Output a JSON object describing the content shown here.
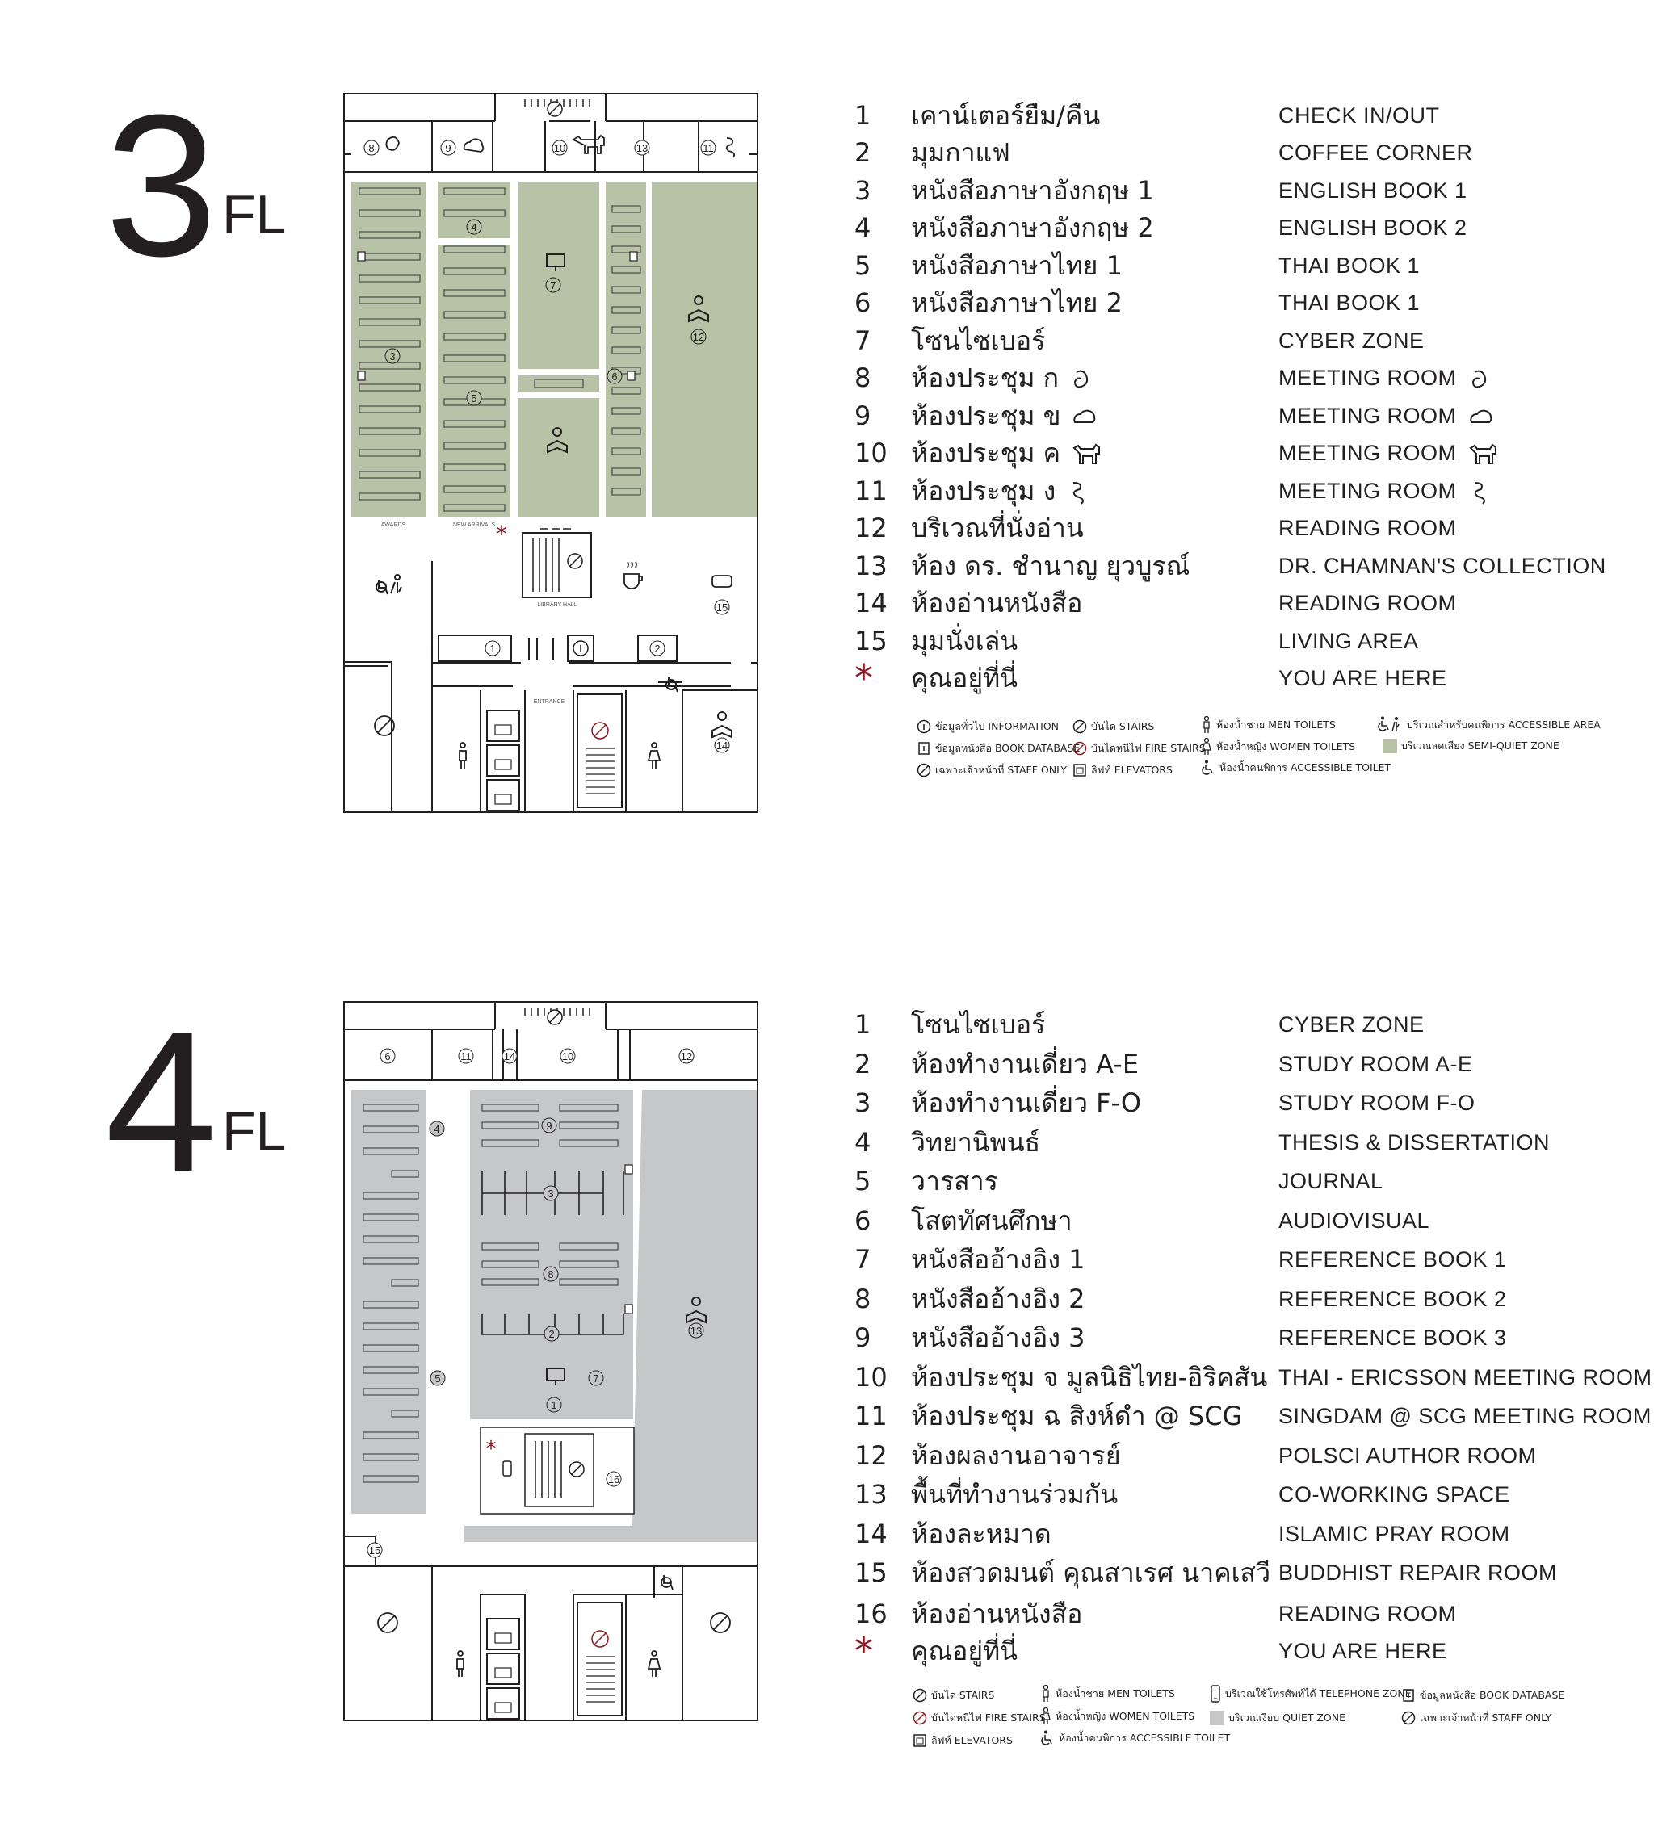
{
  "colors": {
    "ink": "#231f20",
    "accent": "#8a1c24",
    "semi_quiet": "#b7c2a6",
    "quiet": "#c6c7c9"
  },
  "floor3": {
    "number": "3",
    "suffix": "FL",
    "map_labels": {
      "awards": "AWARDS",
      "new_arrivals": "NEW ARRIVALS",
      "library_hall": "LIBRARY HALL",
      "entrance": "ENTRANCE"
    },
    "legend": [
      {
        "num": "1",
        "th": "เคาน์เตอร์ยืม/คืน",
        "en": "CHECK IN/OUT"
      },
      {
        "num": "2",
        "th": "มุมกาแฟ",
        "en": "COFFEE CORNER"
      },
      {
        "num": "3",
        "th": "หนังสือภาษาอังกฤษ 1",
        "en": "ENGLISH BOOK 1"
      },
      {
        "num": "4",
        "th": "หนังสือภาษาอังกฤษ 2",
        "en": "ENGLISH BOOK 2"
      },
      {
        "num": "5",
        "th": "หนังสือภาษาไทย 1",
        "en": "THAI BOOK 1"
      },
      {
        "num": "6",
        "th": "หนังสือภาษาไทย 2",
        "en": "THAI BOOK 1"
      },
      {
        "num": "7",
        "th": "โซนไซเบอร์",
        "en": "CYBER ZONE"
      },
      {
        "num": "8",
        "th": "ห้องประชุม ก",
        "en": "MEETING ROOM",
        "icon": "rooster-icon"
      },
      {
        "num": "9",
        "th": "ห้องประชุม ข",
        "en": "MEETING ROOM",
        "icon": "cloud-icon"
      },
      {
        "num": "10",
        "th": "ห้องประชุม ค",
        "en": "MEETING ROOM",
        "icon": "ox-icon"
      },
      {
        "num": "11",
        "th": "ห้องประชุม ง",
        "en": "MEETING ROOM",
        "icon": "naga-icon"
      },
      {
        "num": "12",
        "th": "บริเวณที่นั่งอ่าน",
        "en": "READING ROOM"
      },
      {
        "num": "13",
        "th": "ห้อง ดร. ชำนาญ ยุวบูรณ์",
        "en": "DR. CHAMNAN'S COLLECTION"
      },
      {
        "num": "14",
        "th": "ห้องอ่านหนังสือ",
        "en": "READING ROOM"
      },
      {
        "num": "15",
        "th": "มุมนั่งเล่น",
        "en": "LIVING AREA"
      },
      {
        "num": "*",
        "th": "คุณอยู่ที่นี่",
        "en": "YOU ARE HERE"
      }
    ],
    "keys": [
      {
        "icon": "information-icon",
        "text": "ข้อมูลทั่วไป INFORMATION"
      },
      {
        "icon": "book-database-icon",
        "text": "ข้อมูลหนังสือ BOOK DATABASE"
      },
      {
        "icon": "staff-only-icon",
        "text": "เฉพาะเจ้าหน้าที่ STAFF ONLY"
      },
      {
        "icon": "stairs-icon",
        "text": "บันได STAIRS"
      },
      {
        "icon": "fire-stairs-icon",
        "text": "บันไดหนีไฟ FIRE STAIRS"
      },
      {
        "icon": "elevator-icon",
        "text": "ลิฟท์ ELEVATORS"
      },
      {
        "icon": "men-toilet-icon",
        "text": "ห้องน้ำชาย MEN TOILETS"
      },
      {
        "icon": "women-toilet-icon",
        "text": "ห้องน้ำหญิง WOMEN TOILETS"
      },
      {
        "icon": "accessible-toilet-icon",
        "text": "ห้องน้ำคนพิการ ACCESSIBLE TOILET"
      },
      {
        "icon": "accessible-area-icon",
        "text": "บริเวณสำหรับคนพิการ ACCESSIBLE AREA"
      },
      {
        "icon": "semi-quiet-zone-icon",
        "text": "บริเวณลดเสียง SEMI-QUIET ZONE"
      }
    ]
  },
  "floor4": {
    "number": "4",
    "suffix": "FL",
    "legend": [
      {
        "num": "1",
        "th": "โซนไซเบอร์",
        "en": "CYBER ZONE"
      },
      {
        "num": "2",
        "th": "ห้องทำงานเดี่ยว A-E",
        "en": "STUDY ROOM A-E"
      },
      {
        "num": "3",
        "th": "ห้องทำงานเดี่ยว F-O",
        "en": "STUDY ROOM F-O"
      },
      {
        "num": "4",
        "th": "วิทยานิพนธ์",
        "en": "THESIS & DISSERTATION"
      },
      {
        "num": "5",
        "th": "วารสาร",
        "en": "JOURNAL"
      },
      {
        "num": "6",
        "th": "โสตทัศนศึกษา",
        "en": "AUDIOVISUAL"
      },
      {
        "num": "7",
        "th": "หนังสืออ้างอิง 1",
        "en": "REFERENCE BOOK 1"
      },
      {
        "num": "8",
        "th": "หนังสืออ้างอิง 2",
        "en": "REFERENCE BOOK 2"
      },
      {
        "num": "9",
        "th": "หนังสืออ้างอิง 3",
        "en": "REFERENCE BOOK 3"
      },
      {
        "num": "10",
        "th": "ห้องประชุม จ มูลนิธิไทย-อิริคสัน",
        "en": "THAI - ERICSSON MEETING ROOM"
      },
      {
        "num": "11",
        "th": "ห้องประชุม ฉ สิงห์ดำ @ SCG",
        "en": "SINGDAM @ SCG MEETING ROOM"
      },
      {
        "num": "12",
        "th": "ห้องผลงานอาจารย์",
        "en": "POLSCI AUTHOR ROOM"
      },
      {
        "num": "13",
        "th": "พื้นที่ทำงานร่วมกัน",
        "en": "CO-WORKING SPACE"
      },
      {
        "num": "14",
        "th": "ห้องละหมาด",
        "en": "ISLAMIC PRAY ROOM"
      },
      {
        "num": "15",
        "th": "ห้องสวดมนต์ คุณสาเรศ นาคเสวี",
        "en": "BUDDHIST REPAIR ROOM"
      },
      {
        "num": "16",
        "th": "ห้องอ่านหนังสือ",
        "en": "READING ROOM"
      },
      {
        "num": "*",
        "th": "คุณอยู่ที่นี่",
        "en": "YOU ARE HERE"
      }
    ],
    "keys": [
      {
        "icon": "stairs-icon",
        "text": "บันได STAIRS"
      },
      {
        "icon": "fire-stairs-icon",
        "text": "บันไดหนีไฟ FIRE STAIRS"
      },
      {
        "icon": "elevator-icon",
        "text": "ลิฟท์ ELEVATORS"
      },
      {
        "icon": "men-toilet-icon",
        "text": "ห้องน้ำชาย MEN TOILETS"
      },
      {
        "icon": "women-toilet-icon",
        "text": "ห้องน้ำหญิง WOMEN TOILETS"
      },
      {
        "icon": "accessible-toilet-icon",
        "text": "ห้องน้ำคนพิการ ACCESSIBLE TOILET"
      },
      {
        "icon": "telephone-zone-icon",
        "text": "บริเวณใช้โทรศัพท์ได้ TELEPHONE ZONE"
      },
      {
        "icon": "quiet-zone-icon",
        "text": "บริเวณเงียบ QUIET ZONE"
      },
      {
        "icon": "book-database-icon",
        "text": "ข้อมูลหนังสือ BOOK DATABASE"
      },
      {
        "icon": "staff-only-icon",
        "text": "เฉพาะเจ้าหน้าที่ STAFF ONLY"
      }
    ]
  }
}
